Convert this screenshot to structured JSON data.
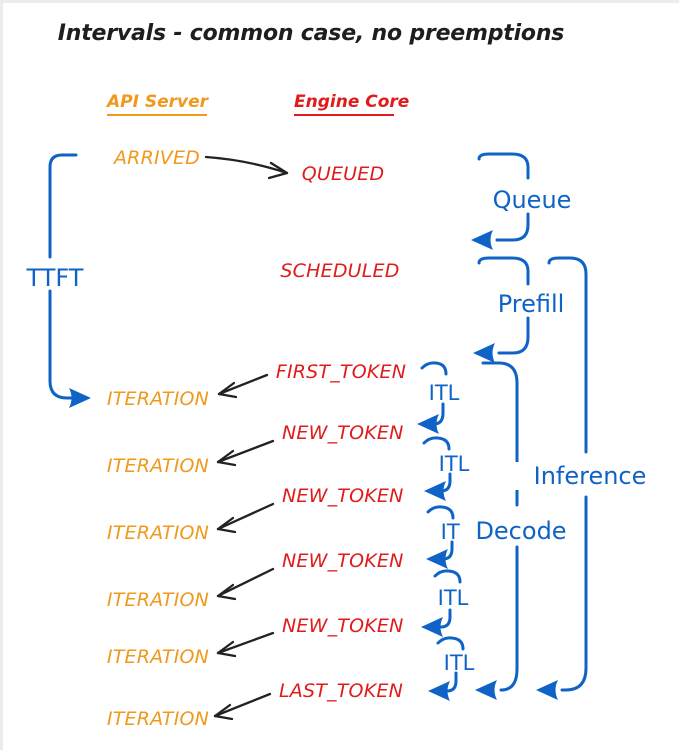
{
  "title": "Intervals - common case, no preemptions",
  "columns": {
    "api_server": "API Server",
    "engine_core": "Engine Core"
  },
  "events": {
    "arrived": "ARRIVED",
    "queued": "QUEUED",
    "scheduled": "SCHEDULED",
    "first_token": "FIRST_TOKEN",
    "new_token": "NEW_TOKEN",
    "last_token": "LAST_TOKEN",
    "iteration": "ITERATION"
  },
  "intervals": {
    "ttft": "TTFT",
    "queue": "Queue",
    "prefill": "Prefill",
    "itl": "ITL",
    "decode": "Decode",
    "inference": "Inference"
  },
  "colors": {
    "api_server_orange": "#f0991c",
    "engine_core_red": "#e01b1b",
    "interval_blue": "#1063c6",
    "arrow_black": "#222222",
    "background": "#ffffff"
  }
}
